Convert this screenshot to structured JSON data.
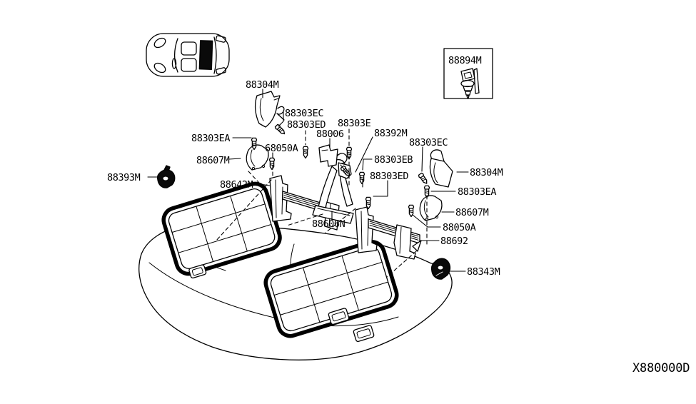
{
  "colors": {
    "background": "#ffffff",
    "line": "#000000",
    "highlight_fill": "#000000"
  },
  "labels": [
    {
      "id": "88304m-left",
      "text": "88304M"
    },
    {
      "id": "88303ec-left",
      "text": "88303EC"
    },
    {
      "id": "88303ed-left",
      "text": "88303ED"
    },
    {
      "id": "88303e",
      "text": "88303E"
    },
    {
      "id": "88392m",
      "text": "88392M"
    },
    {
      "id": "88303ea-left",
      "text": "88303EA"
    },
    {
      "id": "68050a",
      "text": "68050A"
    },
    {
      "id": "88006",
      "text": "88006"
    },
    {
      "id": "88303ec-right",
      "text": "88303EC"
    },
    {
      "id": "88607m-left",
      "text": "88607M"
    },
    {
      "id": "88303eb",
      "text": "88303EB"
    },
    {
      "id": "88303ed-right",
      "text": "88303ED"
    },
    {
      "id": "88304m-right",
      "text": "88304M"
    },
    {
      "id": "88393m",
      "text": "88393M"
    },
    {
      "id": "88642m",
      "text": "88642M"
    },
    {
      "id": "88303ea-right",
      "text": "88303EA"
    },
    {
      "id": "88607m-right",
      "text": "88607M"
    },
    {
      "id": "88050a-right",
      "text": "88050A"
    },
    {
      "id": "88692",
      "text": "88692"
    },
    {
      "id": "88606n",
      "text": "88606N"
    },
    {
      "id": "88343m",
      "text": "88343M"
    },
    {
      "id": "88894m",
      "text": "88894M"
    }
  ],
  "diagram_code": "X880000D"
}
